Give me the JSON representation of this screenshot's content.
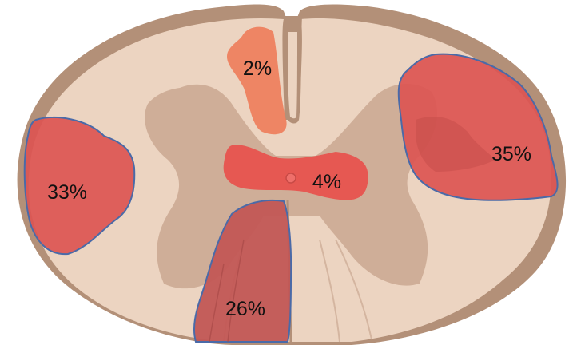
{
  "colors": {
    "outer_membrane": "#b39078",
    "white_matter": "#ecd4c1",
    "gray_matter": "#cfae98",
    "region_outline": "#4a6aa8",
    "region_red": "#dc5552",
    "region_dark_red": "#c25755",
    "region_orange": "#ee7c5a",
    "central_canal": "#ef6f6a"
  },
  "regions": {
    "lateral_right": {
      "label": "35%",
      "value": 35
    },
    "lateral_left": {
      "label": "33%",
      "value": 33
    },
    "anterior": {
      "label": "26%",
      "value": 26
    },
    "central": {
      "label": "4%",
      "value": 4
    },
    "posterior": {
      "label": "2%",
      "value": 2
    }
  }
}
